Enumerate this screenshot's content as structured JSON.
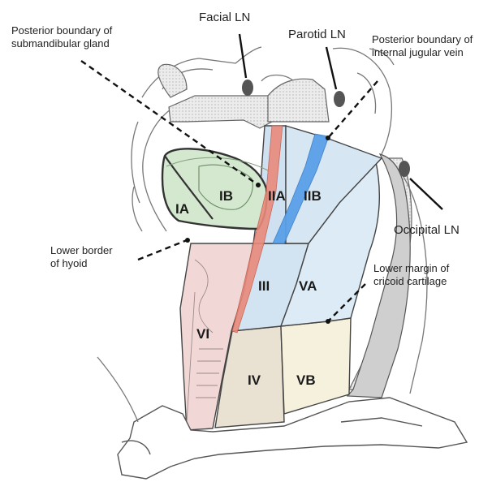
{
  "labels": {
    "facial_ln": "Facial LN",
    "parotid_ln": "Parotid LN",
    "occipital_ln": "Occipital LN",
    "post_submandibular_1": "Posterior boundary of",
    "post_submandibular_2": "submandibular gland",
    "post_jugular_1": "Posterior boundary of",
    "post_jugular_2": "internal jugular vein",
    "hyoid_1": "Lower border",
    "hyoid_2": "of hyoid",
    "cricoid_1": "Lower margin  of",
    "cricoid_2": "cricoid cartilage"
  },
  "levels": {
    "IA": "IA",
    "IB": "IB",
    "IIA": "IIA",
    "IIB": "IIB",
    "III": "III",
    "VA": "VA",
    "VI": "VI",
    "IV": "IV",
    "VB": "VB"
  },
  "colors": {
    "level_I": "#d4e8cf",
    "level_IIA": "#cfe0f0",
    "level_IIB": "#d6e6f3",
    "level_III": "#d2e4f1",
    "level_VA": "#dcebf5",
    "level_VI": "#f1d8d6",
    "level_IV": "#e9e2d2",
    "level_VB": "#f6f1dc",
    "artery": "#e98a7b",
    "vein": "#5aa0e8",
    "lymph_node": "#555555"
  }
}
